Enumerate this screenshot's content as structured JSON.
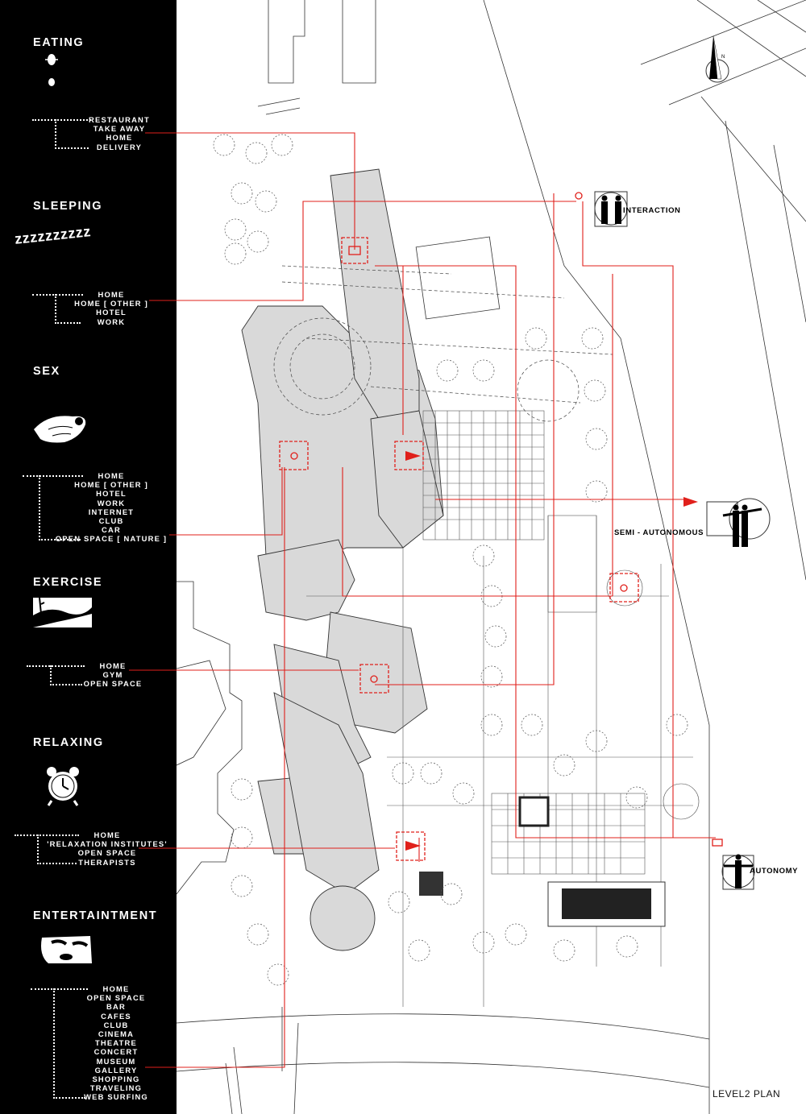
{
  "categories": [
    {
      "title": "EATING",
      "items": [
        "RESTAURANT",
        "TAKE AWAY",
        "HOME",
        "DELIVERY"
      ]
    },
    {
      "title": "SLEEPING",
      "icon_text": "zzzzzzzzzz",
      "items": [
        "HOME",
        "HOME [ OTHER ]",
        "HOTEL",
        "WORK"
      ]
    },
    {
      "title": "SEX",
      "items": [
        "HOME",
        "HOME [ OTHER ]",
        "HOTEL",
        "WORK",
        "INTERNET",
        "CLUB",
        "CAR",
        "OPEN SPACE [ NATURE ]"
      ]
    },
    {
      "title": "EXERCISE",
      "items": [
        "HOME",
        "GYM",
        "OPEN SPACE"
      ]
    },
    {
      "title": "RELAXING",
      "items": [
        "HOME",
        "'RELAXATION INSTITUTES'",
        "OPEN SPACE",
        "THERAPISTS"
      ]
    },
    {
      "title": "ENTERTAINTMENT",
      "items": [
        "HOME",
        "OPEN SPACE",
        "BAR",
        "CAFES",
        "CLUB",
        "CINEMA",
        "THEATRE",
        "CONCERT",
        "MUSEUM",
        "GALLERY",
        "SHOPPING",
        "TRAVELING",
        "WEB SURFING"
      ]
    }
  ],
  "modes": {
    "interaction": "INTERACTION",
    "semi_autonomous": "SEMI - AUTONOMOUS",
    "autonomy": "AUTONOMY"
  },
  "plan_title": "LEVEL2 PLAN",
  "north_label": "N",
  "colors": {
    "accent": "#e0201b",
    "panel": "#000000",
    "building": "#d9d9d9"
  }
}
